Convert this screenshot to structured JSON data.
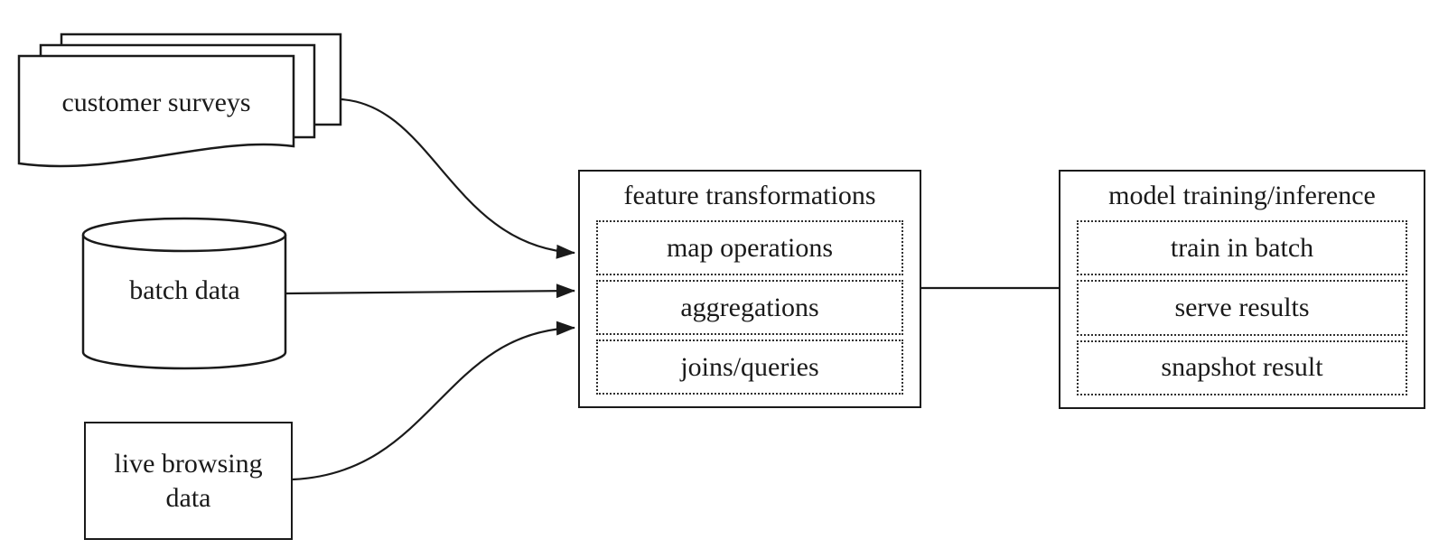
{
  "diagram": {
    "colors": {
      "stroke": "#1a1a1a",
      "background": "#ffffff",
      "dotted_border": "#2f2f2f"
    },
    "sources": [
      {
        "label": "customer surveys",
        "shape": "document-stack"
      },
      {
        "label": "batch data",
        "shape": "database-cylinder"
      },
      {
        "label": "live browsing data",
        "shape": "rectangle"
      }
    ],
    "stages": [
      {
        "title": "feature transformations",
        "items": [
          "map operations",
          "aggregations",
          "joins/queries"
        ]
      },
      {
        "title": "model training/inference",
        "items": [
          "train in batch",
          "serve results",
          "snapshot result"
        ]
      }
    ],
    "edges": [
      {
        "from": "customer surveys",
        "to": "feature transformations",
        "arrow": true
      },
      {
        "from": "batch data",
        "to": "feature transformations",
        "arrow": true
      },
      {
        "from": "live browsing data",
        "to": "feature transformations",
        "arrow": true
      },
      {
        "from": "feature transformations",
        "to": "model training/inference",
        "arrow": false
      }
    ]
  }
}
